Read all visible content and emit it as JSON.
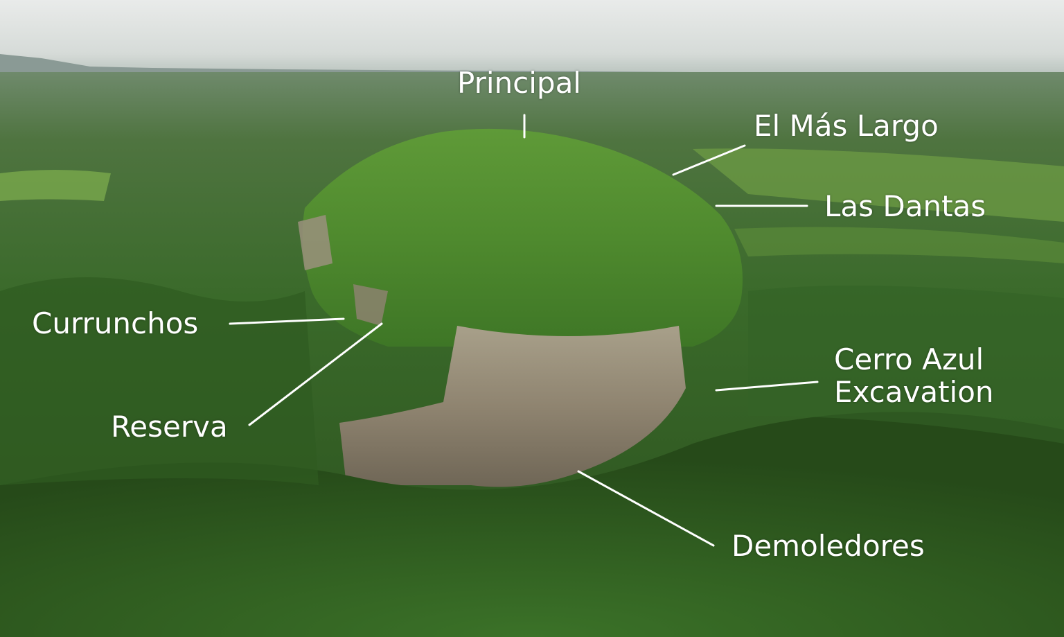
{
  "photo": {
    "subject": "aerial view of a forested tepui-like rock outcrop",
    "colors": {
      "sky": "#dfe3e2",
      "horizon": "#7b8f86",
      "forest_dark": "#2d5420",
      "forest_mid": "#3f7a2c",
      "canopy_bright": "#6ea33f",
      "rock": "#9a8f7a"
    }
  },
  "labels": {
    "principal": "Principal",
    "el_mas_largo": "El Más Largo",
    "las_dantas": "Las Dantas",
    "currunchos": "Currunchos",
    "reserva": "Reserva",
    "cerro_azul_line1": "Cerro Azul",
    "cerro_azul_line2": "Excavation",
    "demoledores": "Demoledores"
  }
}
